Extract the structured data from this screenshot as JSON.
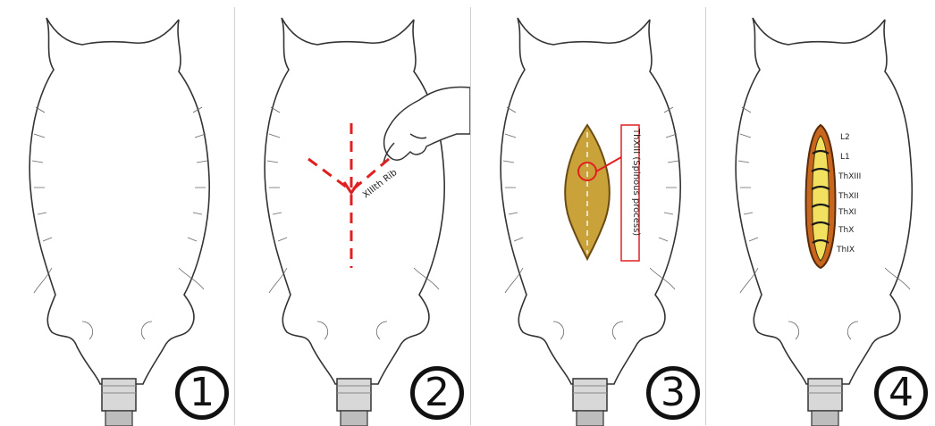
{
  "panels": [
    {
      "step": "1"
    },
    {
      "step": "2",
      "annotation": "XIIIth Rib"
    },
    {
      "step": "3",
      "annotation": "ThXIII (Spinous process)"
    },
    {
      "step": "4",
      "vertebrae": [
        "L2",
        "L1",
        "ThXIII",
        "ThXII",
        "ThXI",
        "ThX",
        "ThIX"
      ]
    }
  ],
  "colors": {
    "incision_line": "#e02020",
    "callout": "#e02020",
    "exposed_tissue": "#c9a23a",
    "exposed_rim": "#6b4a12",
    "deep_tissue": "#c8661e",
    "vertebra": "#f2e060",
    "sketch": "#333333"
  }
}
